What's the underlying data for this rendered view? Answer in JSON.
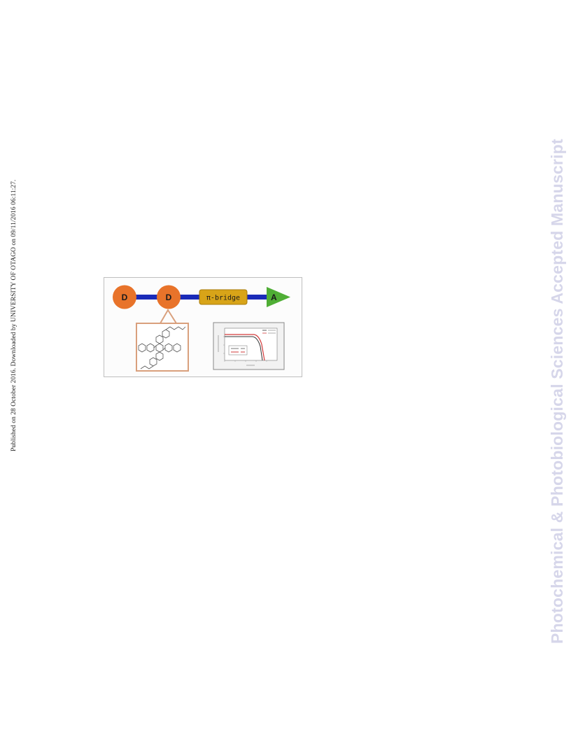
{
  "side_note": "Published on 28 October 2016. Downloaded by UNIVERSITY OF OTAGO on 09/11/2016 06:11:27.",
  "watermark": "Photochemical & Photobiological Sciences Accepted Manuscript",
  "graphic": {
    "donor1_label": "D",
    "donor2_label": "D",
    "bridge_label": "π-bridge",
    "acceptor_label": "A",
    "colors": {
      "donor": "#e8732a",
      "bridge": "#d8a418",
      "acceptor": "#4fae35",
      "chain": "#1a2bb8",
      "callout": "#d9a07d",
      "curve_red": "#d23a3a",
      "curve_dark": "#333333"
    }
  }
}
